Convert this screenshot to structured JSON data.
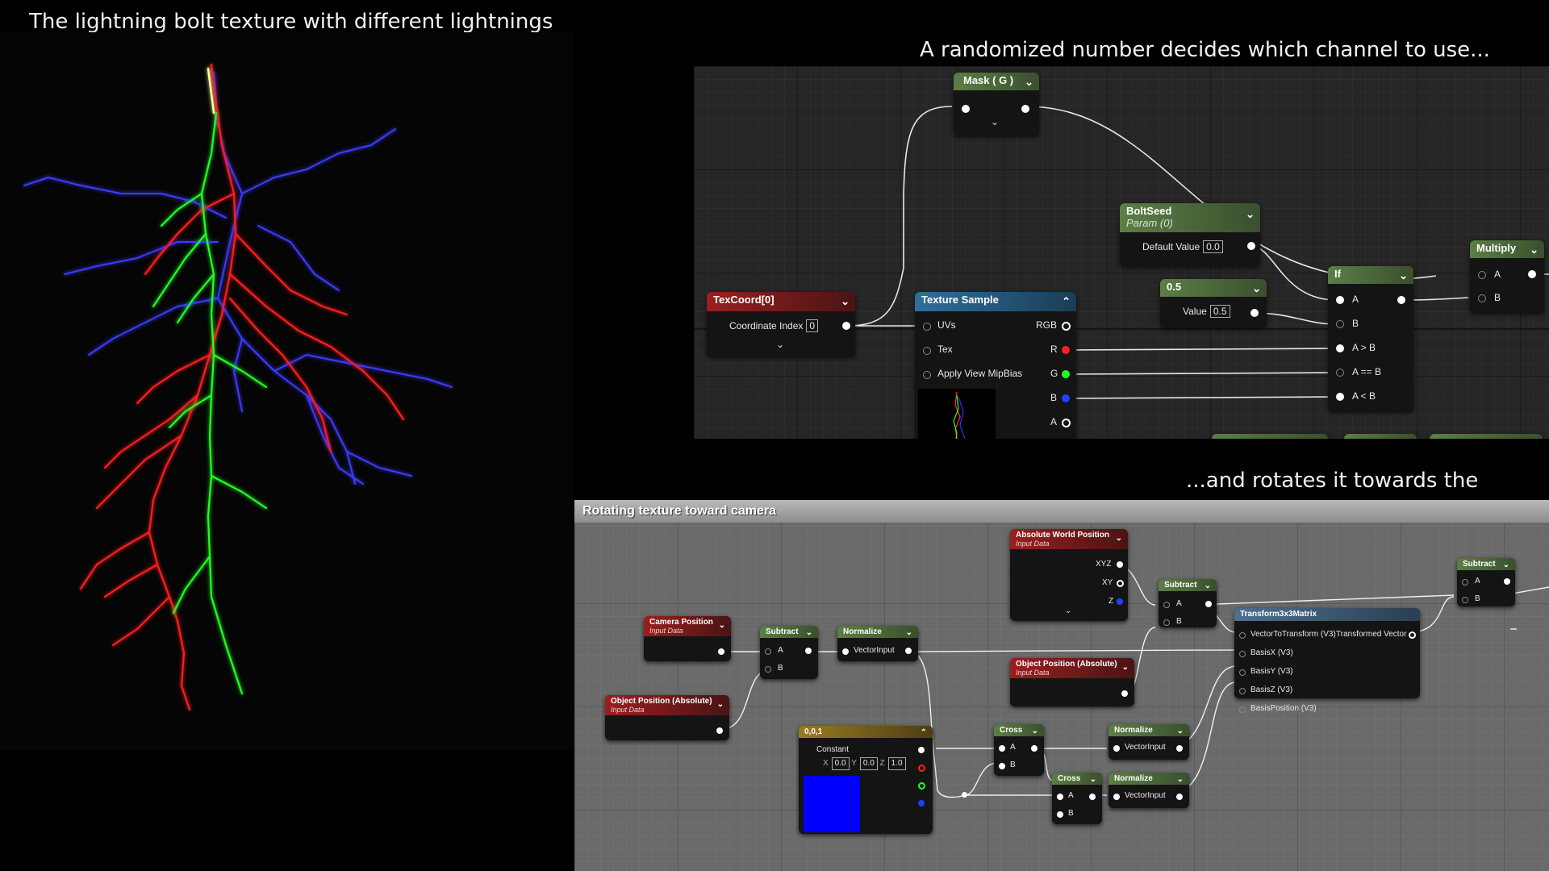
{
  "captions": {
    "lightning": "The lightning bolt texture with different lightnings\nin the RGB channels for variation",
    "top": "A randomized number decides which channel to use...",
    "bottom": "...and rotates it towards the camera"
  },
  "top_graph": {
    "mask": {
      "title": "Mask ( G )"
    },
    "boltseed": {
      "title": "BoltSeed",
      "sub": "Param (0)",
      "label": "Default Value",
      "value": "0.0"
    },
    "multiply": {
      "title": "Multiply",
      "a": "A",
      "b": "B"
    },
    "half": {
      "title": "0.5",
      "label": "Value",
      "value": "0.5"
    },
    "if_node": {
      "title": "If",
      "a": "A",
      "b": "B",
      "agb": "A > B",
      "aeb": "A == B",
      "alb": "A < B"
    },
    "texcoord": {
      "title": "TexCoord[0]",
      "label": "Coordinate Index",
      "value": "0"
    },
    "texsample": {
      "title": "Texture Sample",
      "uvs": "UVs",
      "tex": "Tex",
      "mip": "Apply View MipBias",
      "rgb": "RGB",
      "r": "R",
      "g": "G",
      "b": "B",
      "a": "A"
    }
  },
  "bottom_graph": {
    "comment": "Rotating texture toward camera",
    "absworld": {
      "title": "Absolute World Position",
      "sub": "Input Data",
      "xyz": "XYZ",
      "xy": "XY",
      "z": "Z"
    },
    "subtract1": {
      "title": "Subtract",
      "a": "A",
      "b": "B"
    },
    "subtract2": {
      "title": "Subtract",
      "a": "A",
      "b": "B"
    },
    "subtract3": {
      "title": "Subtract",
      "a": "A",
      "b": "B"
    },
    "campos": {
      "title": "Camera Position",
      "sub": "Input Data"
    },
    "normalize1": {
      "title": "Normalize",
      "input": "VectorInput"
    },
    "normalize2": {
      "title": "Normalize",
      "input": "VectorInput"
    },
    "normalize3": {
      "title": "Normalize",
      "input": "VectorInput"
    },
    "transform": {
      "title": "Transform3x3Matrix",
      "in1": "VectorToTransform (V3)",
      "out": "Transformed Vector",
      "bx": "BasisX (V3)",
      "by": "BasisY (V3)",
      "bz": "BasisZ (V3)",
      "bp": "BasisPosition (V3)"
    },
    "objpos1": {
      "title": "Object Position (Absolute)",
      "sub": "Input Data"
    },
    "objpos2": {
      "title": "Object Position (Absolute)",
      "sub": "Input Data"
    },
    "constant": {
      "title": "0,0,1",
      "label": "Constant",
      "xl": "X",
      "x": "0.0",
      "yl": "Y",
      "y": "0.0",
      "zl": "Z",
      "z": "1.0",
      "color": "#0000ff"
    },
    "cross1": {
      "title": "Cross",
      "a": "A",
      "b": "B"
    },
    "cross2": {
      "title": "Cross",
      "a": "A",
      "b": "B"
    }
  },
  "colors": {
    "red_pin": "#ff2020",
    "green_pin": "#20ff20",
    "blue_pin": "#2040ff",
    "lightning_red": "#ff1a1a",
    "lightning_green": "#33ff33",
    "lightning_blue": "#3333ff"
  },
  "icons": [
    "chevron-down-icon",
    "chevron-up-icon",
    "pin-icon"
  ]
}
